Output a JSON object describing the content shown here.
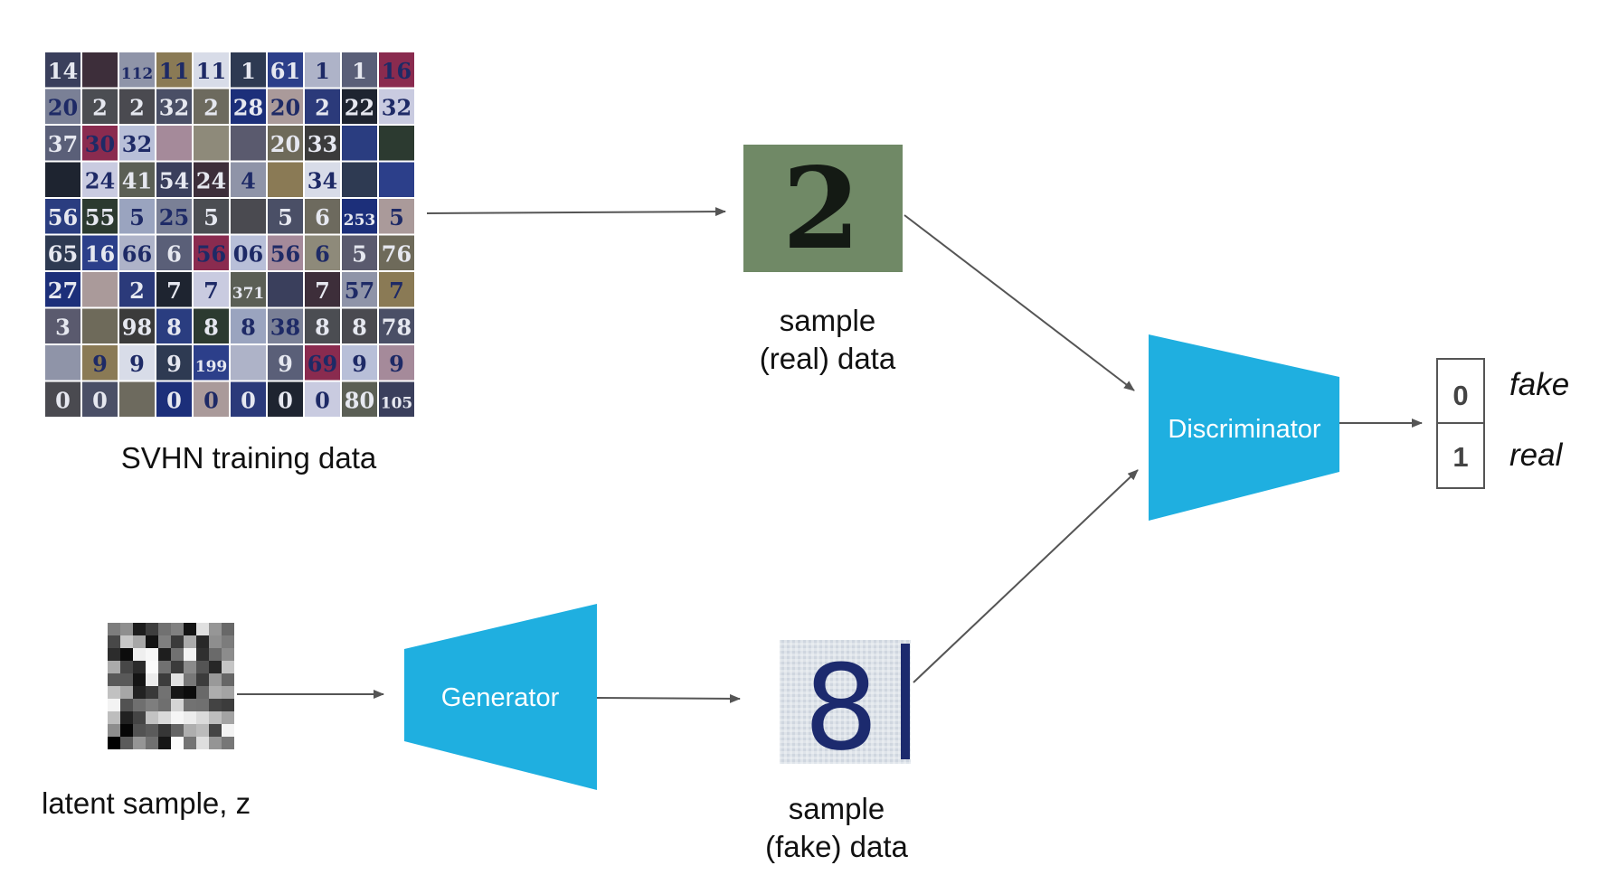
{
  "training_data": {
    "label": "SVHN training data",
    "tile_glyphs": [
      [
        "14",
        "",
        "112",
        "11",
        "11",
        "1",
        "61",
        "1",
        "1",
        "16"
      ],
      [
        "20",
        "2",
        "2",
        "32",
        "2",
        "28",
        "20",
        "2",
        "22",
        "32"
      ],
      [
        "37",
        "30",
        "32",
        "",
        "",
        "",
        "20",
        "33",
        "",
        "",
        ""
      ],
      [
        "",
        "24",
        "41",
        "54",
        "24",
        "4",
        "",
        "34",
        "",
        ""
      ],
      [
        "56",
        "55",
        "5",
        "25",
        "5",
        "",
        "5",
        "6",
        "253",
        "5"
      ],
      [
        "65",
        "16",
        "66",
        "6",
        "56",
        "06",
        "56",
        "6",
        "5",
        "76"
      ],
      [
        "27",
        "",
        "2",
        "7",
        "7",
        "371",
        "",
        "7",
        "57",
        "7"
      ],
      [
        "3",
        "",
        "98",
        "8",
        "8",
        "8",
        "38",
        "8",
        "8",
        "78"
      ],
      [
        "",
        "9",
        "9",
        "9",
        "199",
        "",
        "9",
        "69",
        "9",
        "9"
      ],
      [
        "0",
        "0",
        "",
        "0",
        "0",
        "0",
        "0",
        "0",
        "80",
        "105"
      ]
    ]
  },
  "real_sample": {
    "glyph": "2",
    "label_line1": "sample",
    "label_line2": "(real) data"
  },
  "fake_sample": {
    "glyph": "8",
    "label_line1": "sample",
    "label_line2": "(fake) data"
  },
  "latent": {
    "label": "latent sample, z"
  },
  "generator": {
    "label": "Generator"
  },
  "discriminator": {
    "label": "Discriminator"
  },
  "output": {
    "cells": [
      {
        "value": "0",
        "class_label": "fake"
      },
      {
        "value": "1",
        "class_label": "real"
      }
    ]
  },
  "colors": {
    "network_fill": "#1fafe0",
    "arrow": "#555555",
    "real_sample_bg": "#6d8663",
    "fake_sample_bg": "#d8e0e8"
  }
}
